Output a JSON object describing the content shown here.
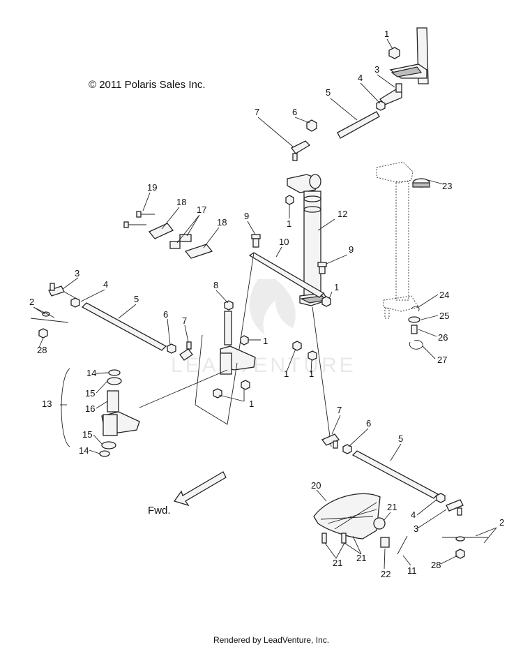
{
  "copyright": "© 2011 Polaris Sales Inc.",
  "footer": "Rendered by LeadVenture, Inc.",
  "watermark": "LEADVENTURE",
  "direction_label": "Fwd.",
  "callouts": [
    "1",
    "1",
    "1",
    "1",
    "1",
    "1",
    "1",
    "1",
    "2",
    "2",
    "3",
    "3",
    "3",
    "4",
    "4",
    "4",
    "5",
    "5",
    "5",
    "6",
    "6",
    "6",
    "7",
    "7",
    "7",
    "8",
    "9",
    "9",
    "10",
    "11",
    "12",
    "13",
    "14",
    "14",
    "15",
    "15",
    "16",
    "17",
    "18",
    "18",
    "19",
    "20",
    "21",
    "21",
    "21",
    "21",
    "22",
    "23",
    "24",
    "25",
    "26",
    "27",
    "28",
    "28"
  ]
}
